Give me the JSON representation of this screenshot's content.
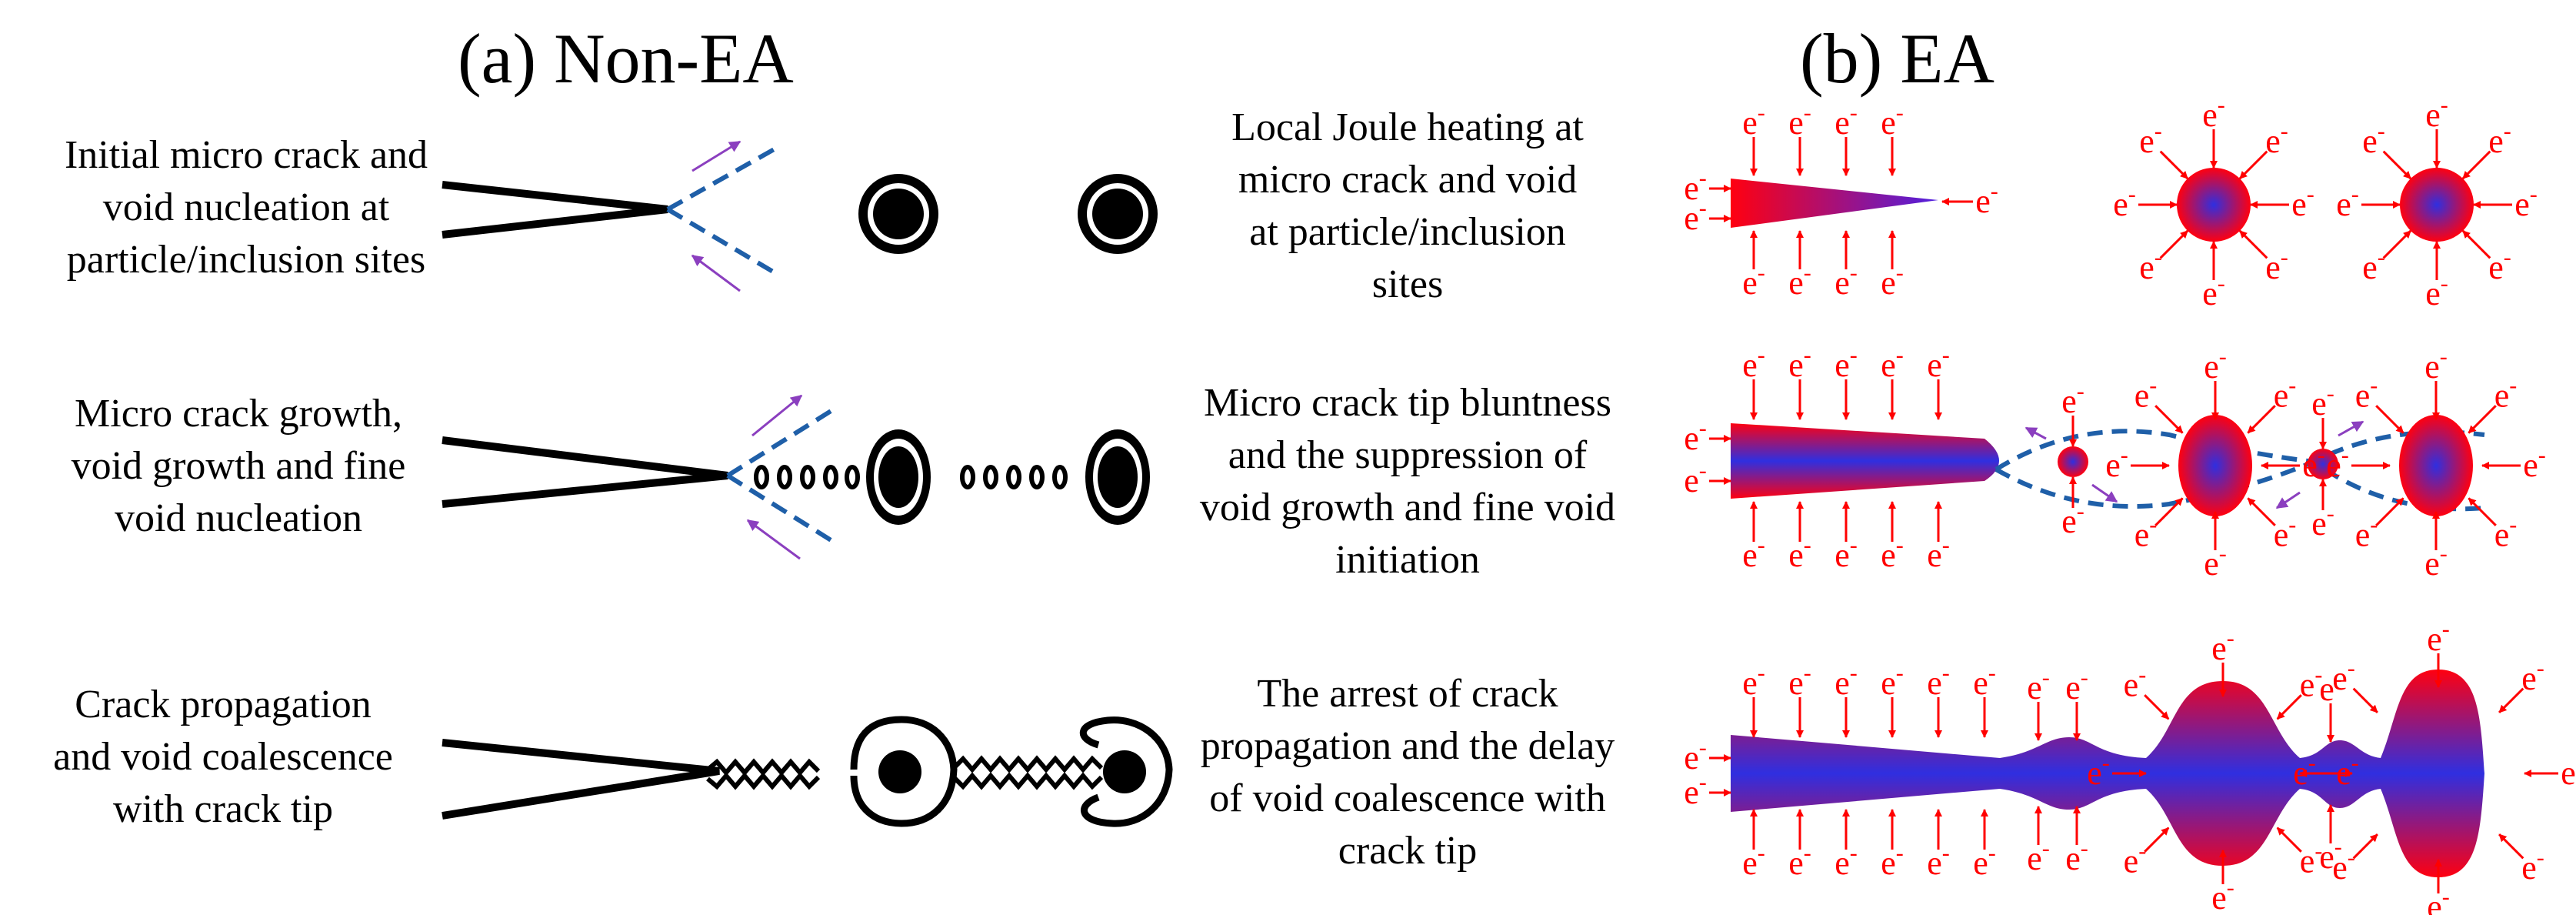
{
  "panels": {
    "a": {
      "title": "(a) Non-EA"
    },
    "b": {
      "title": "(b) EA"
    }
  },
  "non_ea": {
    "row1": [
      "Initial micro crack and",
      "void nucleation at",
      "particle/inclusion sites"
    ],
    "row2": [
      "Micro crack growth,",
      "void growth and fine",
      "void nucleation"
    ],
    "row3": [
      "Crack propagation",
      "and void coalescence",
      "with crack tip"
    ]
  },
  "ea": {
    "row1": [
      "Local Joule heating at",
      "micro crack and void",
      "at particle/inclusion",
      "sites"
    ],
    "row2": [
      "Micro crack tip bluntness",
      "and the suppression of",
      "void growth and fine void",
      "initiation"
    ],
    "row3": [
      "The arrest of crack",
      "propagation and the delay",
      "of void coalescence with",
      "crack tip"
    ]
  },
  "electron": {
    "symbol": "e",
    "superscript": "-"
  },
  "colors": {
    "electron": "#ff0000",
    "gradient_core": "#2f2fe0",
    "gradient_edge": "#ff0010",
    "slip_line": "#1f5fa8",
    "shear_arrow": "#8b3fbf",
    "outline": "#000000"
  }
}
